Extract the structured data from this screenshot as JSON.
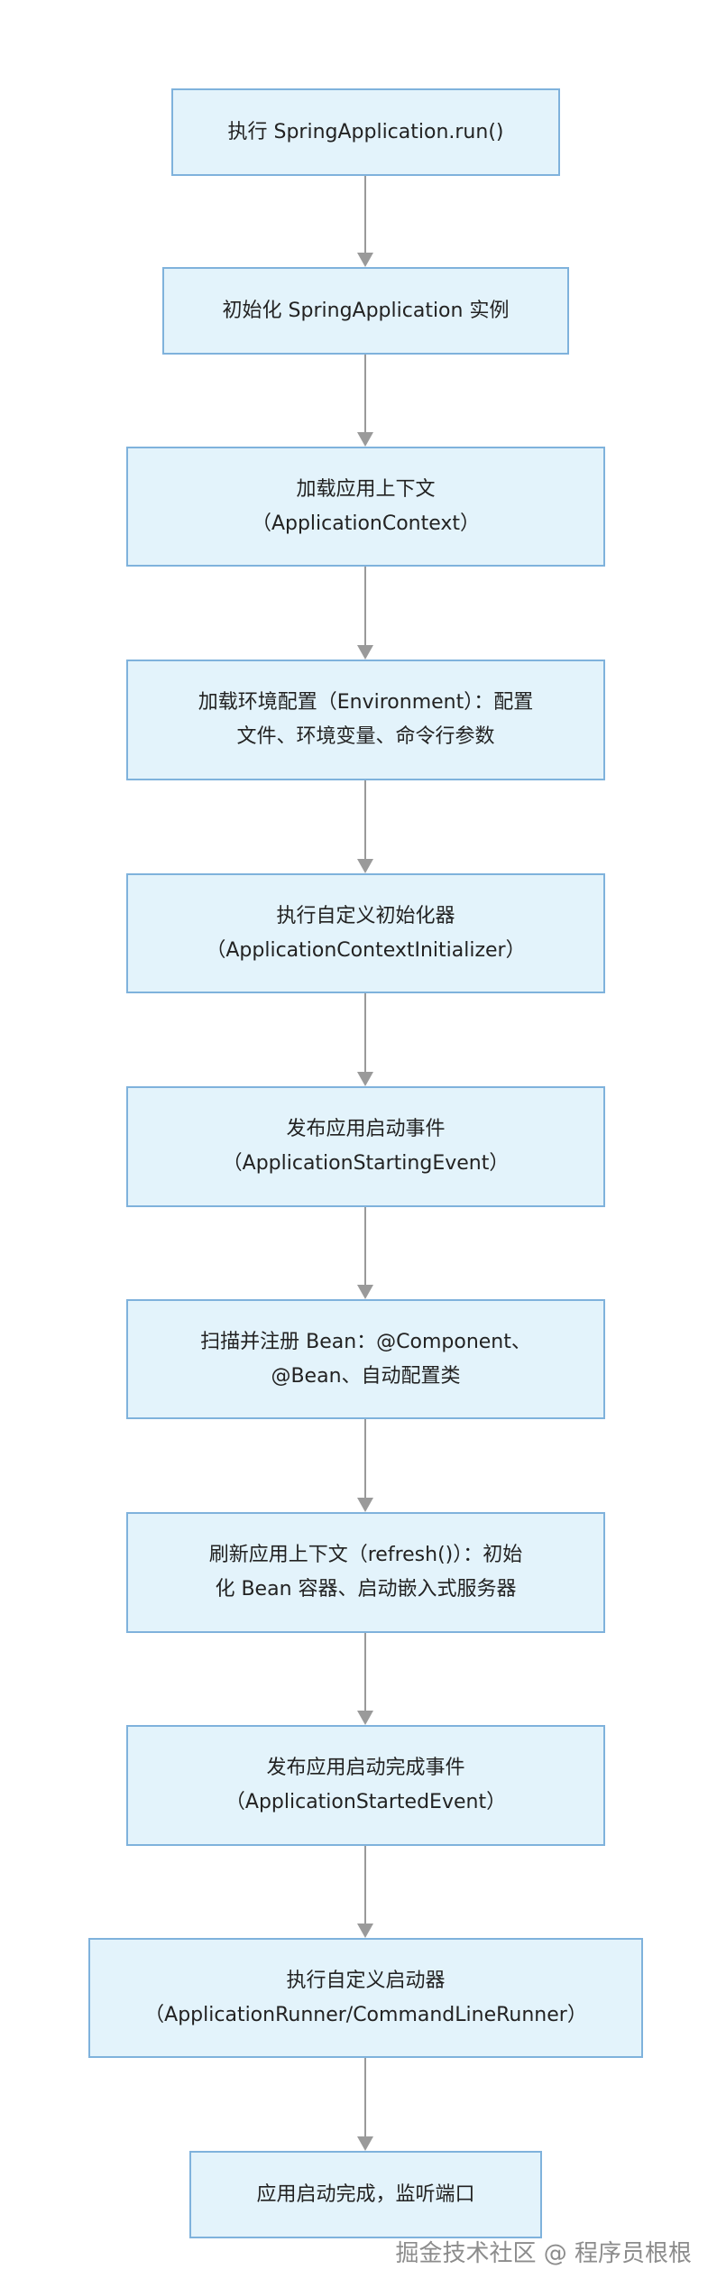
{
  "nodes": [
    {
      "id": "run",
      "lines": [
        "执行 SpringApplication.run()"
      ]
    },
    {
      "id": "init-instance",
      "lines": [
        "初始化 SpringApplication 实例"
      ]
    },
    {
      "id": "load-context",
      "lines": [
        "加载应用上下文",
        "（ApplicationContext）"
      ]
    },
    {
      "id": "load-environment",
      "lines": [
        "加载环境配置（Environment）：配置",
        "文件、环境变量、命令行参数"
      ]
    },
    {
      "id": "run-initializers",
      "lines": [
        "执行自定义初始化器",
        "（ApplicationContextInitializer）"
      ]
    },
    {
      "id": "starting-event",
      "lines": [
        "发布应用启动事件",
        "（ApplicationStartingEvent）"
      ]
    },
    {
      "id": "scan-beans",
      "lines": [
        "扫描并注册 Bean：@Component、",
        "@Bean、自动配置类"
      ]
    },
    {
      "id": "refresh",
      "lines": [
        "刷新应用上下文（refresh()）：初始",
        "化 Bean 容器、启动嵌入式服务器"
      ]
    },
    {
      "id": "started-event",
      "lines": [
        "发布应用启动完成事件",
        "（ApplicationStartedEvent）"
      ]
    },
    {
      "id": "runners",
      "lines": [
        "执行自定义启动器",
        "（ApplicationRunner/CommandLineRunner）"
      ]
    },
    {
      "id": "ready",
      "lines": [
        "应用启动完成，监听端口"
      ]
    }
  ],
  "watermark": "掘金技术社区 @ 程序员根根",
  "colors": {
    "node_fill": "#e3f3fb",
    "node_border": "#7fb2dc",
    "arrow": "#9a9a9a",
    "text": "#222222",
    "watermark": "#8c8c8c"
  }
}
